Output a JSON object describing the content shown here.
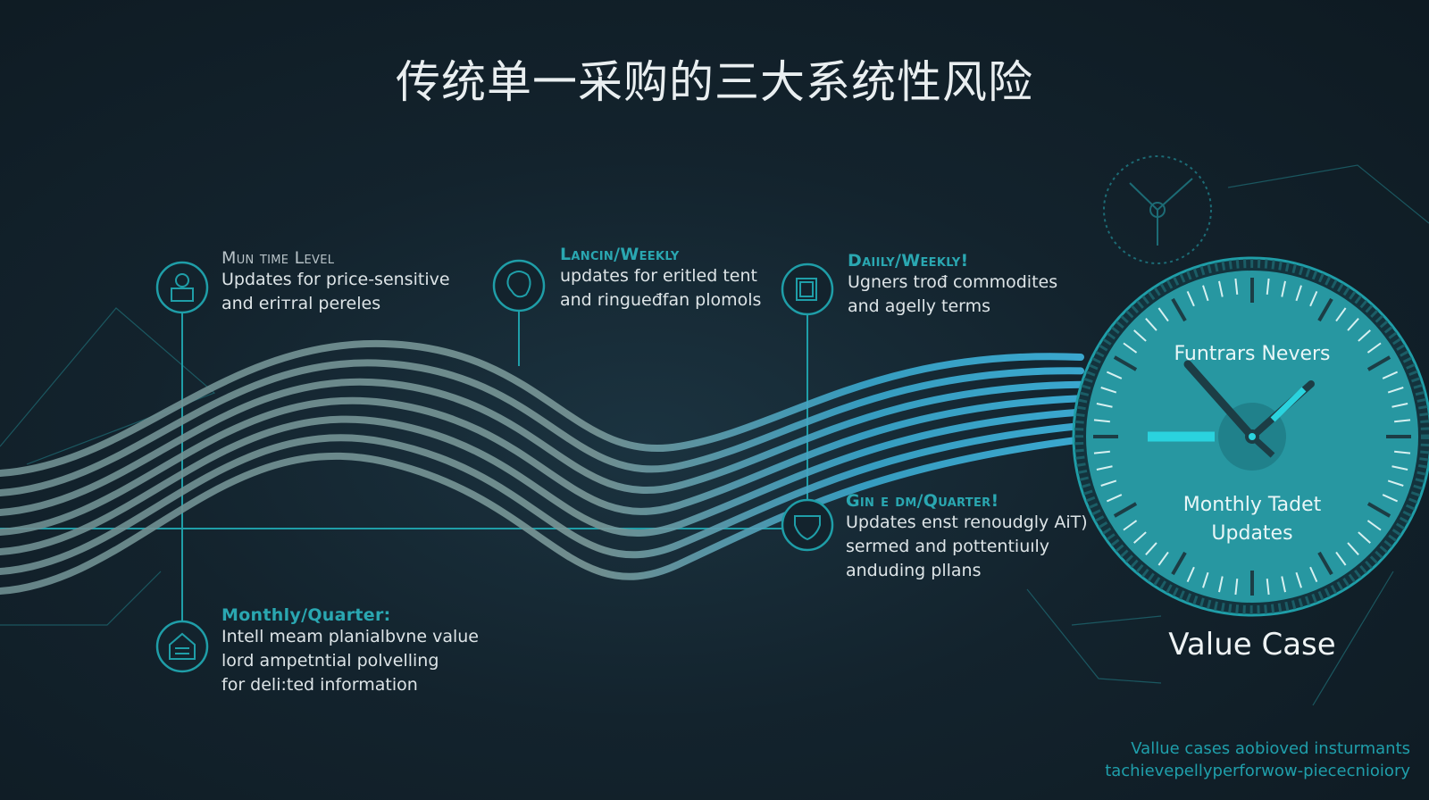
{
  "title": "传统单一采购的三大系统性风险",
  "items": [
    {
      "heading": "Mun time Level",
      "lines": [
        "Updates for price-sensitive",
        "and erітral pereles"
      ],
      "icon": "person-icon"
    },
    {
      "heading": "Lancin/Weekly",
      "lines": [
        "updates for eritled tent",
        "and ringueđfan plomols"
      ],
      "icon": "leaf-icon"
    },
    {
      "heading": "Daiily/Weekly!",
      "lines": [
        "Ugners trođ commodites",
        "and agelly terms"
      ],
      "icon": "document-icon"
    },
    {
      "heading": "Gin e dm/Quarter!",
      "lines": [
        "Updates enst renoudgly AiT)",
        "sermed and pottentiuıly",
        "anduding pllans"
      ],
      "icon": "shield-icon"
    },
    {
      "heading": "Monthly/Quarter:",
      "lines": [
        "Intell meam planialbvne value",
        "lord ampetntial polvelling",
        "for deli:ted information"
      ],
      "icon": "house-icon"
    }
  ],
  "clock": {
    "top_text": "Funtrars Nevers",
    "bottom_text": [
      "Monthly Tadet",
      "Updates"
    ],
    "dial_color": "#2797a1"
  },
  "value_case": "Value Case",
  "footer": [
    "Vallue cases aobioved insturmants",
    "tachievepellyperforwow-piececnioiory"
  ],
  "colors": {
    "accent": "#2aa7b1",
    "background": "#13232d",
    "wave": "#7f9a9a",
    "wave_right": "#3fb3dc"
  }
}
